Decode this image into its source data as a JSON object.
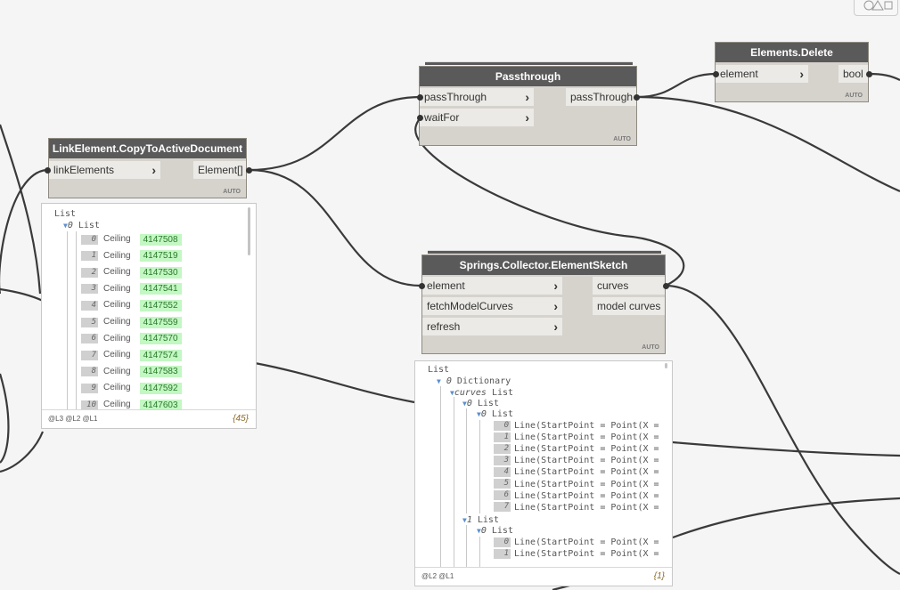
{
  "canvas": {
    "background": "#f5f5f5",
    "wire_color": "#3a3a3a",
    "node_header_color": "#5a5a5a",
    "node_body_color": "#d6d3cd"
  },
  "toolbar": {
    "icon": "shapes-icon"
  },
  "nodes": {
    "linkcopy": {
      "title": "LinkElement.CopyToActiveDocument",
      "input": "linkElements",
      "output": "Element[]",
      "lacing": "AUTO"
    },
    "passthrough": {
      "title": "Passthrough",
      "inputs": [
        "passThrough",
        "waitFor"
      ],
      "output": "passThrough",
      "lacing": "AUTO"
    },
    "delete": {
      "title": "Elements.Delete",
      "input": "element",
      "output": "bool",
      "lacing": "AUTO"
    },
    "sketch": {
      "title": "Springs.Collector.ElementSketch",
      "inputs": [
        "element",
        "fetchModelCurves",
        "refresh"
      ],
      "outputs": [
        "curves",
        "model curves"
      ],
      "lacing": "AUTO"
    }
  },
  "preview1": {
    "root": "List",
    "sub": "List",
    "sub_index": "0",
    "items": [
      {
        "i": "0",
        "cat": "Ceiling",
        "id": "4147508"
      },
      {
        "i": "1",
        "cat": "Ceiling",
        "id": "4147519"
      },
      {
        "i": "2",
        "cat": "Ceiling",
        "id": "4147530"
      },
      {
        "i": "3",
        "cat": "Ceiling",
        "id": "4147541"
      },
      {
        "i": "4",
        "cat": "Ceiling",
        "id": "4147552"
      },
      {
        "i": "5",
        "cat": "Ceiling",
        "id": "4147559"
      },
      {
        "i": "6",
        "cat": "Ceiling",
        "id": "4147570"
      },
      {
        "i": "7",
        "cat": "Ceiling",
        "id": "4147574"
      },
      {
        "i": "8",
        "cat": "Ceiling",
        "id": "4147583"
      },
      {
        "i": "9",
        "cat": "Ceiling",
        "id": "4147592"
      },
      {
        "i": "10",
        "cat": "Ceiling",
        "id": "4147603"
      }
    ],
    "levels": "@L3 @L2 @L1",
    "count": "{45}"
  },
  "preview2": {
    "root": "List",
    "dict_index": "0",
    "dict_label": "Dictionary",
    "key": "curves",
    "key_type": "List",
    "list_label": "List",
    "lines": [
      {
        "i": "0",
        "text": "Line(StartPoint = Point(X ="
      },
      {
        "i": "1",
        "text": "Line(StartPoint = Point(X ="
      },
      {
        "i": "2",
        "text": "Line(StartPoint = Point(X ="
      },
      {
        "i": "3",
        "text": "Line(StartPoint = Point(X ="
      },
      {
        "i": "4",
        "text": "Line(StartPoint = Point(X ="
      },
      {
        "i": "5",
        "text": "Line(StartPoint = Point(X ="
      },
      {
        "i": "6",
        "text": "Line(StartPoint = Point(X ="
      },
      {
        "i": "7",
        "text": "Line(StartPoint = Point(X ="
      }
    ],
    "lines2": [
      {
        "i": "0",
        "text": "Line(StartPoint = Point(X ="
      },
      {
        "i": "1",
        "text": "Line(StartPoint = Point(X ="
      }
    ],
    "idx0": "0",
    "idx1": "1",
    "levels": "@L2 @L1",
    "count": "{1}"
  }
}
